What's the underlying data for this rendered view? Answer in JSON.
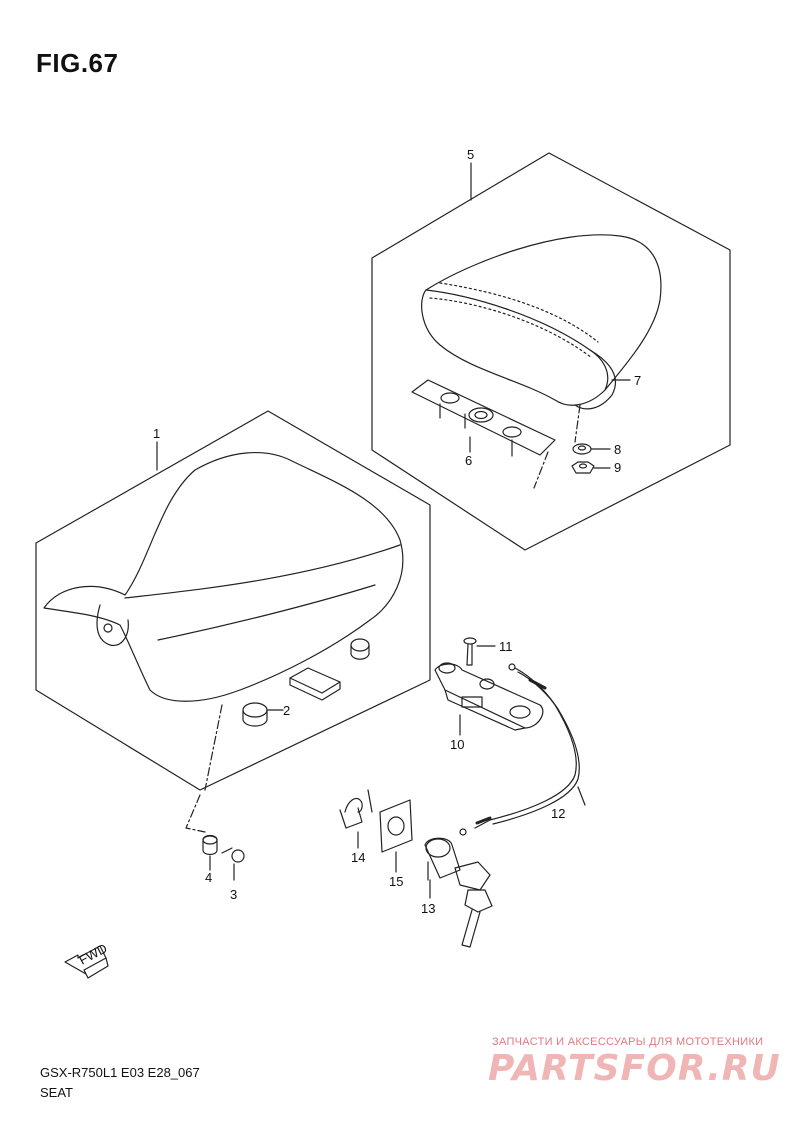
{
  "figure": {
    "title": "FIG.67"
  },
  "callouts": [
    "1",
    "2",
    "3",
    "4",
    "5",
    "6",
    "7",
    "8",
    "9",
    "10",
    "11",
    "12",
    "13",
    "14",
    "15"
  ],
  "fwd_label": "FWD",
  "footer": {
    "model": "GSX-R750L1  E03  E28_067",
    "name": "SEAT"
  },
  "watermark": {
    "tagline": "ЗАПЧАСТИ И АКСЕССУАРЫ ДЛЯ МОТОТЕХНИКИ",
    "brand": "PARTSFOR.RU"
  }
}
